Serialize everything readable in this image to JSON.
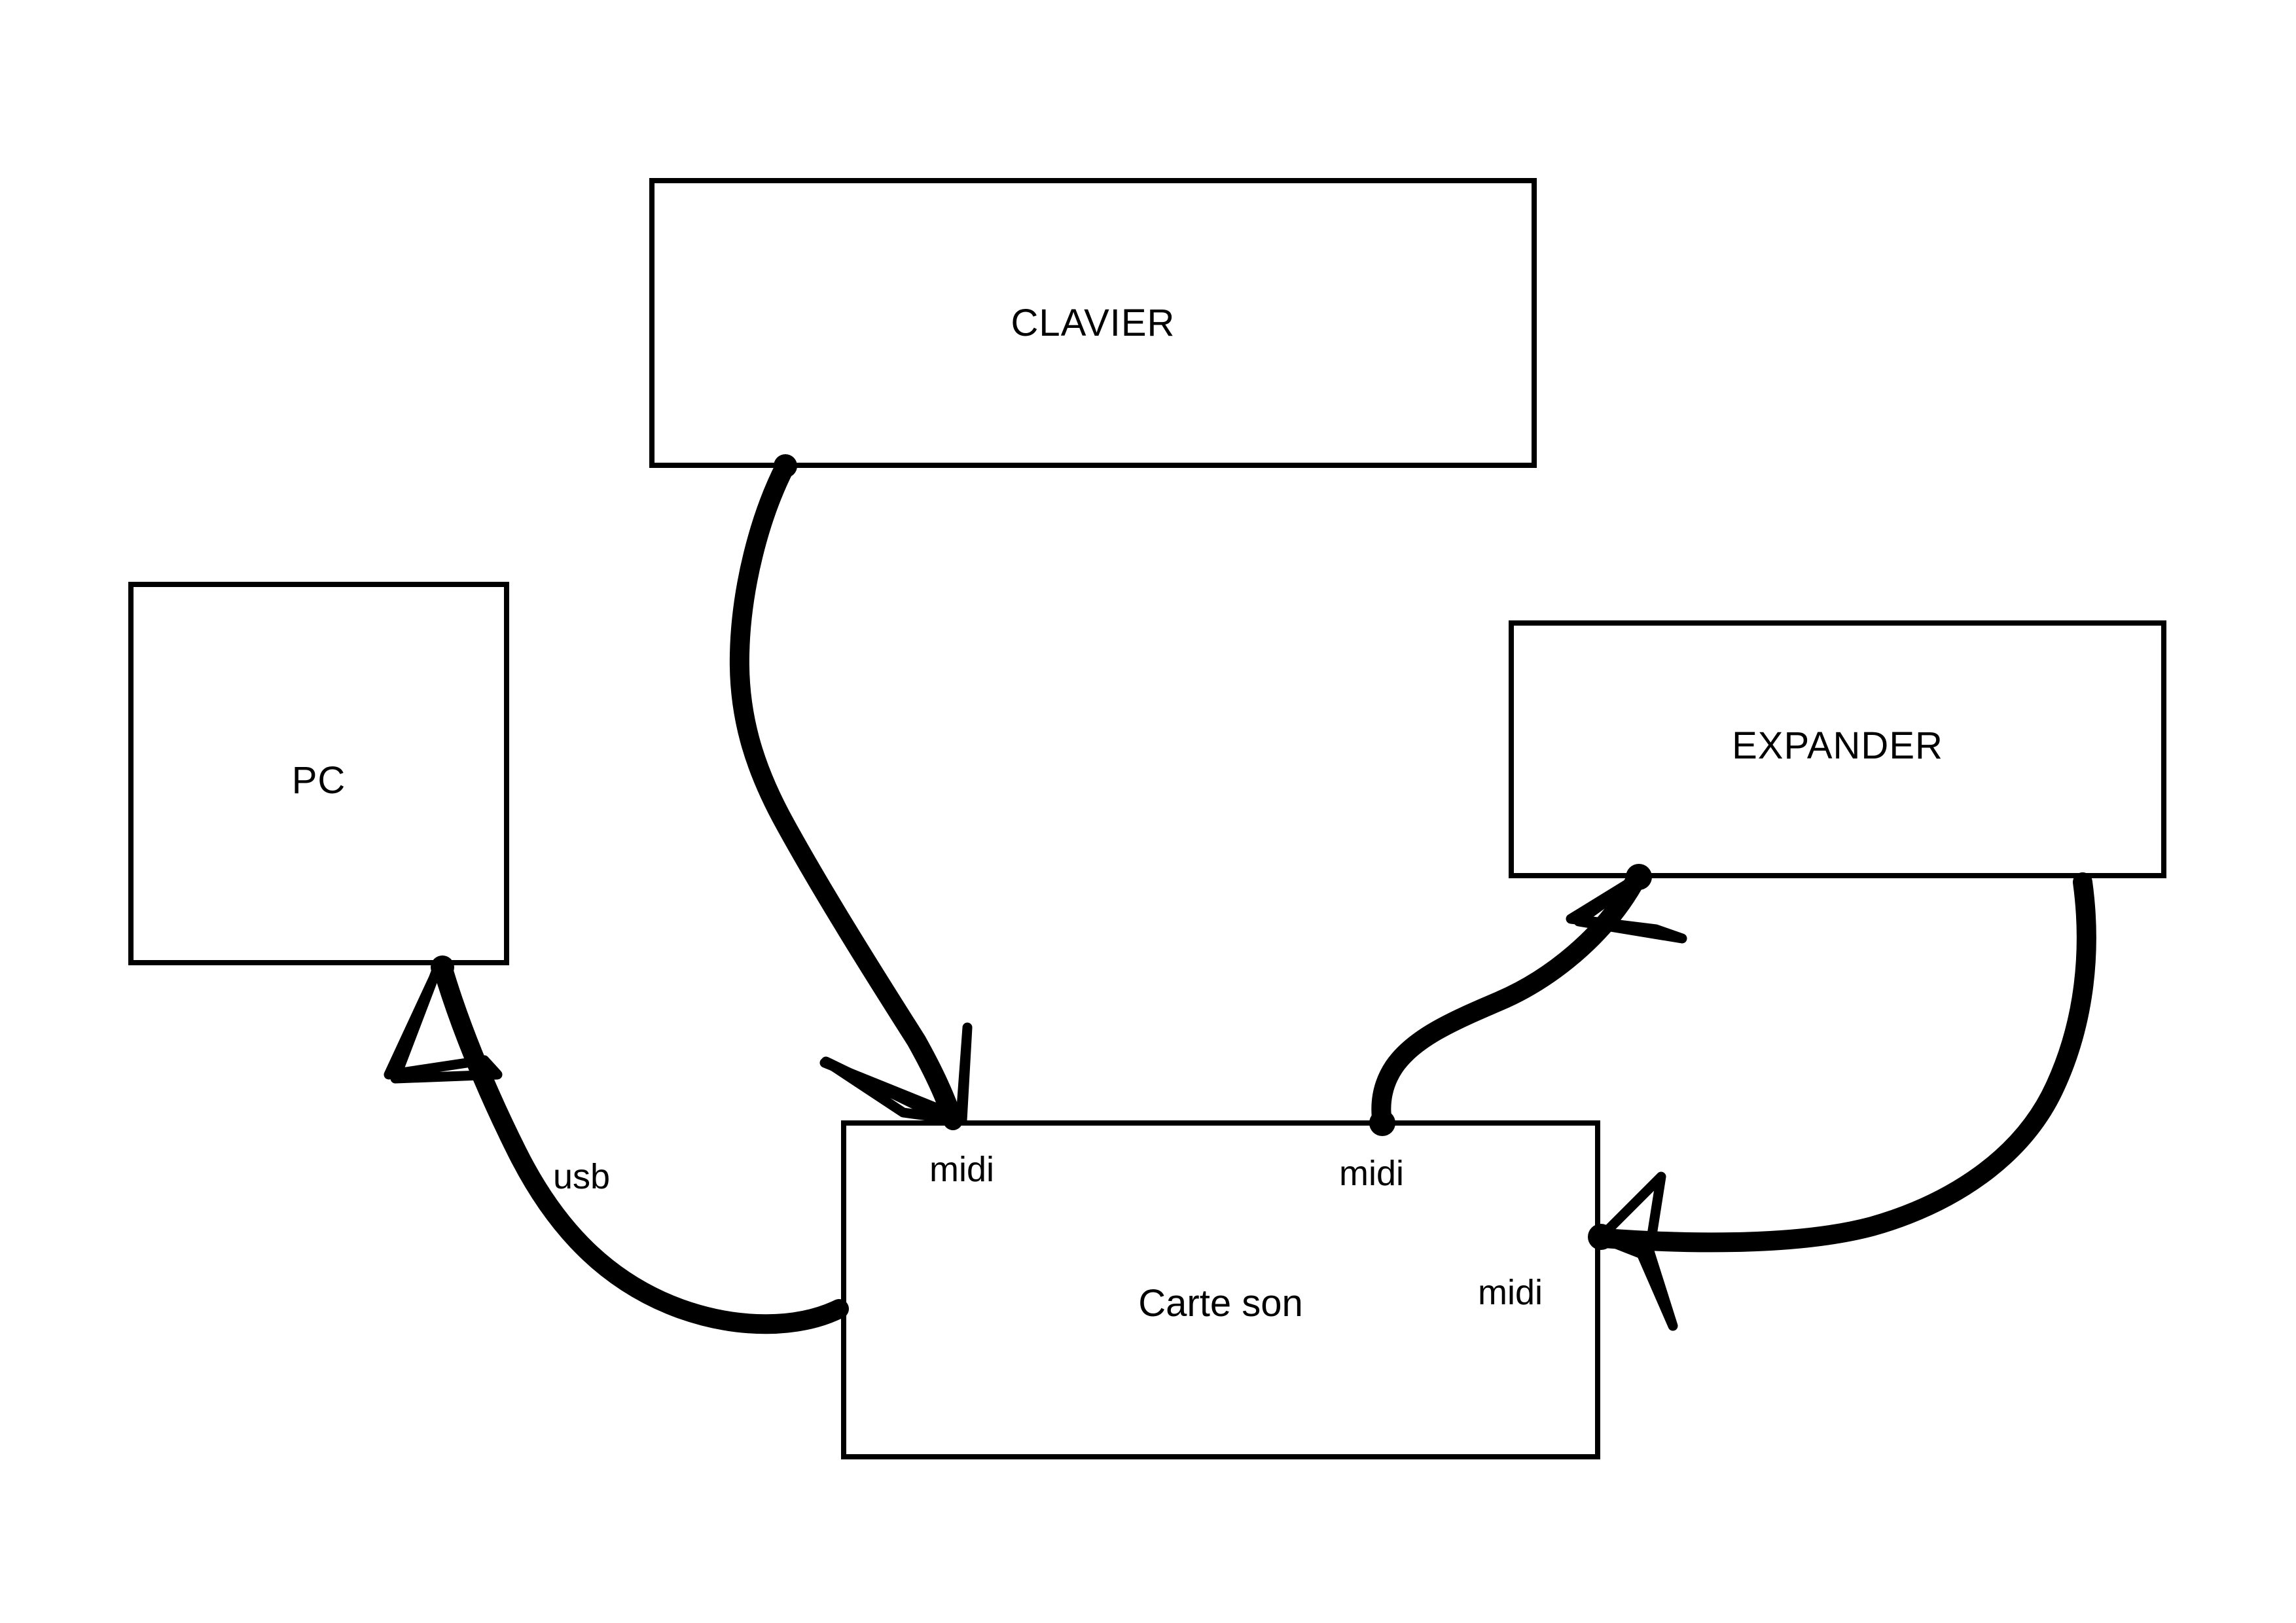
{
  "diagram": {
    "title_text": "",
    "background_color": "#ffffff",
    "stroke_color": "#000000",
    "nodes": [
      {
        "id": "clavier",
        "label": "CLAVIER"
      },
      {
        "id": "pc",
        "label": "PC"
      },
      {
        "id": "expander",
        "label": "EXPANDER"
      },
      {
        "id": "carte_son",
        "label": "Carte son"
      }
    ],
    "port_labels": {
      "midi_in": "midi",
      "midi_out": "midi",
      "midi_right": "midi"
    },
    "connection_labels": {
      "usb": "usb"
    },
    "connections": [
      {
        "from": "clavier",
        "to": "carte_son",
        "port": "midi",
        "label": ""
      },
      {
        "from": "pc",
        "to": "carte_son",
        "port": "usb",
        "label": "usb"
      },
      {
        "from": "carte_son",
        "to": "expander",
        "port": "midi",
        "label": ""
      },
      {
        "from": "expander",
        "to": "carte_son",
        "port": "midi",
        "label": ""
      }
    ]
  }
}
